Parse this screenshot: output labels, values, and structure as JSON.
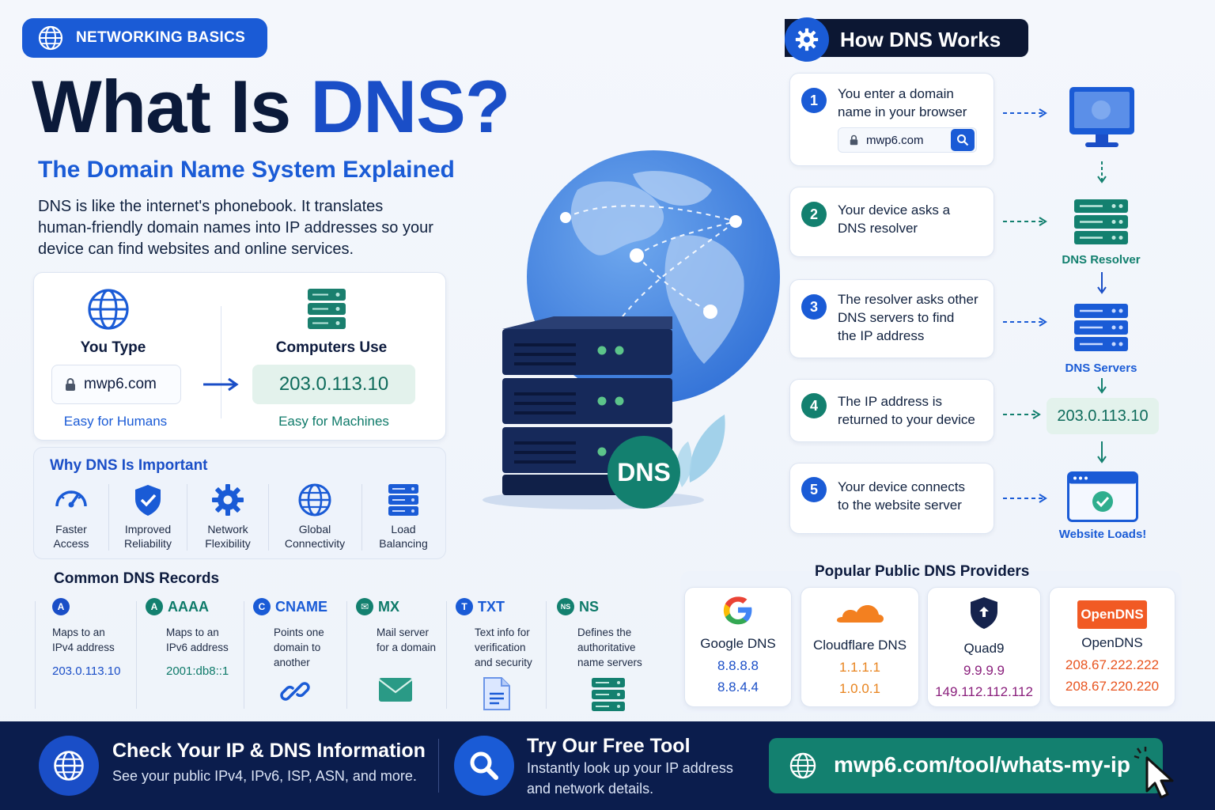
{
  "badge": {
    "label": "NETWORKING BASICS",
    "icon": "globe-icon"
  },
  "title": {
    "part1": "What Is ",
    "part2": "DNS?"
  },
  "subtitle": "The Domain Name System Explained",
  "intro": "DNS is like the internet's phonebook. It translates human-friendly domain names into IP addresses so your device can find websites and online services.",
  "compare": {
    "you_type": "You Type",
    "domain": "mwp6.com",
    "easy_humans": "Easy for Humans",
    "computers_use": "Computers Use",
    "ip": "203.0.113.10",
    "easy_machines": "Easy for Machines"
  },
  "why": {
    "title": "Why DNS Is Important",
    "items": [
      {
        "l1": "Faster",
        "l2": "Access",
        "icon": "speedometer-icon"
      },
      {
        "l1": "Improved",
        "l2": "Reliability",
        "icon": "shield-check-icon"
      },
      {
        "l1": "Network",
        "l2": "Flexibility",
        "icon": "gear-icon"
      },
      {
        "l1": "Global",
        "l2": "Connectivity",
        "icon": "globe-icon"
      },
      {
        "l1": "Load",
        "l2": "Balancing",
        "icon": "server-stack-icon"
      }
    ]
  },
  "records": {
    "title": "Common DNS Records",
    "items": [
      {
        "badge": "A",
        "name": "",
        "d1": "Maps to an",
        "d2": "IPv4 address",
        "d3": "",
        "value": "203.0.113.10"
      },
      {
        "badge": "A",
        "name": "AAAA",
        "d1": "Maps to an",
        "d2": "IPv6 address",
        "d3": "",
        "value": "2001:db8::1"
      },
      {
        "badge": "C",
        "name": "CNAME",
        "d1": "Points one",
        "d2": "domain to",
        "d3": "another",
        "value": ""
      },
      {
        "badge": "✉",
        "name": "MX",
        "d1": "Mail server",
        "d2": "for a domain",
        "d3": "",
        "value": ""
      },
      {
        "badge": "T",
        "name": "TXT",
        "d1": "Text info for",
        "d2": "verification",
        "d3": "and security",
        "value": ""
      },
      {
        "badge": "NS",
        "name": "NS",
        "d1": "Defines the",
        "d2": "authoritative",
        "d3": "name servers",
        "value": ""
      }
    ]
  },
  "globe_label": "DNS",
  "how": {
    "title": "How DNS Works",
    "steps": [
      {
        "n": "1",
        "l1": "You enter a domain",
        "l2": "name in your browser",
        "l3": "",
        "search": "mwp6.com"
      },
      {
        "n": "2",
        "l1": "Your device asks a",
        "l2": "DNS resolver",
        "l3": ""
      },
      {
        "n": "3",
        "l1": "The resolver asks other",
        "l2": "DNS servers to find",
        "l3": "the IP address"
      },
      {
        "n": "4",
        "l1": "The IP address is",
        "l2": "returned to your device",
        "l3": ""
      },
      {
        "n": "5",
        "l1": "Your device connects",
        "l2": "to the website server",
        "l3": ""
      }
    ],
    "labels": {
      "resolver": "DNS Resolver",
      "servers": "DNS Servers",
      "ip": "203.0.113.10",
      "loads": "Website Loads!"
    }
  },
  "providers": {
    "title": "Popular Public DNS Providers",
    "items": [
      {
        "name": "Google DNS",
        "ip1": "8.8.8.8",
        "ip2": "8.8.4.4",
        "color": "#1a4ec7"
      },
      {
        "name": "Cloudflare DNS",
        "ip1": "1.1.1.1",
        "ip2": "1.0.0.1",
        "color": "#e8841f"
      },
      {
        "name": "Quad9",
        "ip1": "9.9.9.9",
        "ip2": "149.112.112.112",
        "color": "#8a1f7c"
      },
      {
        "name": "OpenDNS",
        "logo": "OpenDNS",
        "ip1": "208.67.222.222",
        "ip2": "208.67.220.220",
        "color": "#e8541f"
      }
    ]
  },
  "footer": {
    "check_title": "Check Your IP & DNS Information",
    "check_sub": "See your public IPv4, IPv6, ISP, ASN, and more.",
    "tool_title": "Try Our Free Tool",
    "tool_l1": "Instantly look up your IP address",
    "tool_l2": "and network details.",
    "url": "mwp6.com/tool/whats-my-ip"
  },
  "colors": {
    "primary": "#1a5bd6",
    "navy": "#0b1d4d",
    "teal": "#13806f"
  }
}
